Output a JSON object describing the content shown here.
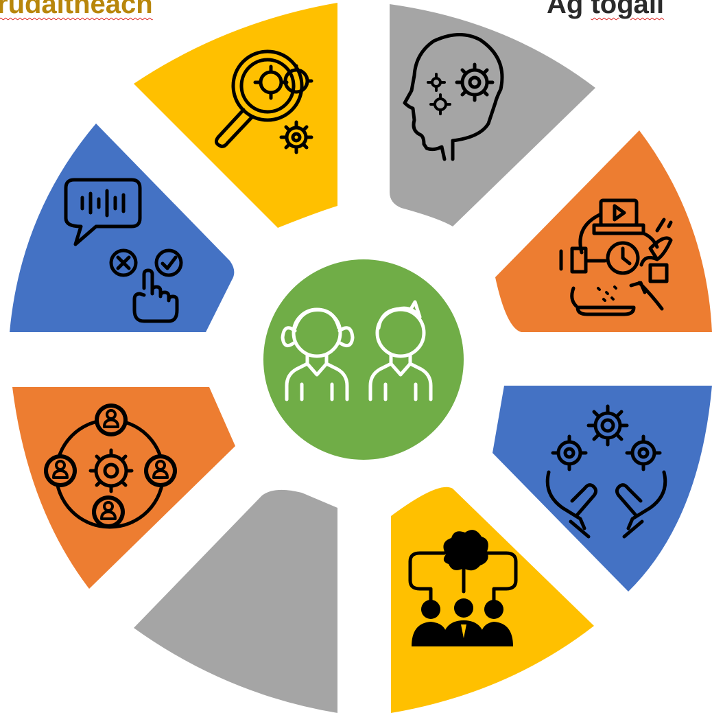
{
  "header": {
    "left_text": "rúdaitheach",
    "left_color": "#b8860b",
    "right_word_1": "Ag",
    "right_word_2": "tógáil"
  },
  "colors": {
    "yellow": "#FFC000",
    "gray": "#A5A5A5",
    "orange": "#ED7D31",
    "blue": "#4472C4",
    "green": "#70AD47",
    "background": "#FFFFFF"
  },
  "wheel": {
    "center_icon": "two-children-icon",
    "segments": [
      {
        "id": "top-left",
        "color": "yellow",
        "icon": "magnifier-gears-icon"
      },
      {
        "id": "top-right",
        "color": "gray",
        "icon": "head-gears-icon"
      },
      {
        "id": "right-upper",
        "color": "orange",
        "icon": "hobbies-activities-icon"
      },
      {
        "id": "right-lower",
        "color": "blue",
        "icon": "hands-gears-icon"
      },
      {
        "id": "bottom-right",
        "color": "yellow",
        "icon": "team-idea-icon"
      },
      {
        "id": "bottom-left",
        "color": "gray",
        "icon": ""
      },
      {
        "id": "left-lower",
        "color": "orange",
        "icon": "network-people-gear-icon"
      },
      {
        "id": "left-upper",
        "color": "blue",
        "icon": "voice-choice-icon"
      }
    ]
  }
}
